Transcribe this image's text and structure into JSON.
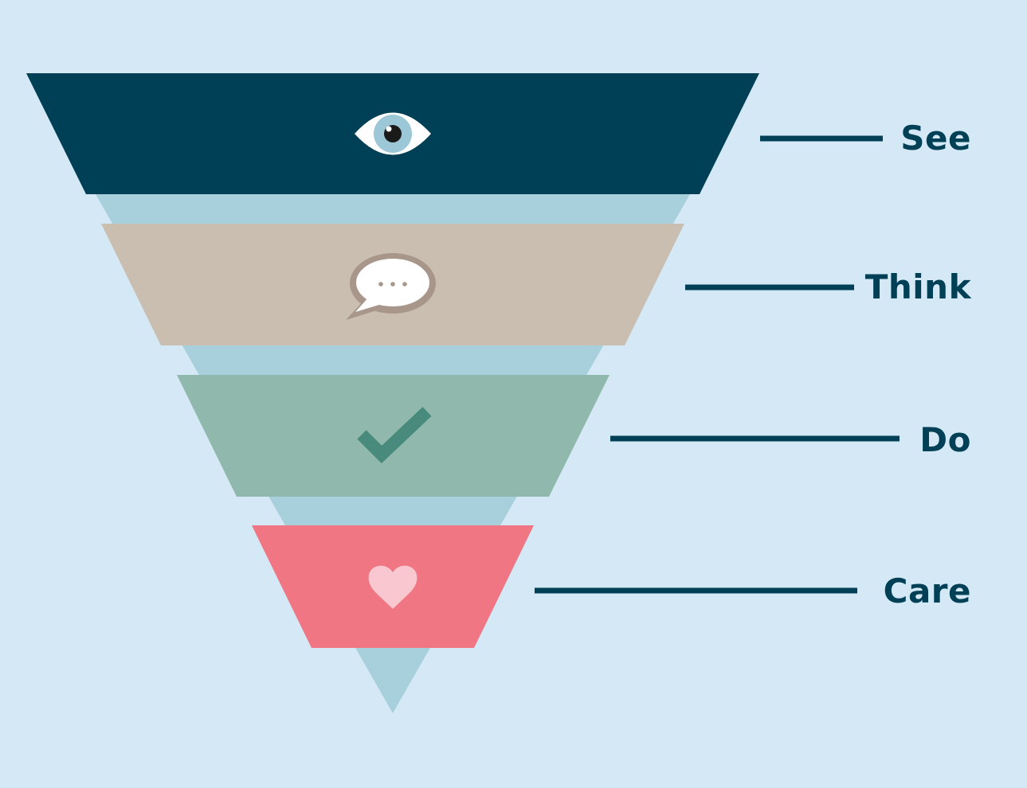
{
  "colors": {
    "background": "#d4e9f5",
    "funnel_core": "#a8d0dc",
    "see_band": "#004057",
    "think_band": "#c9beb0",
    "do_band": "#90b8ac",
    "care_band": "#ef7682",
    "connector_line": "#004057",
    "label_text": "#004057"
  },
  "stages": [
    {
      "label": "See",
      "icon": "eye-icon"
    },
    {
      "label": "Think",
      "icon": "speech-bubble-icon"
    },
    {
      "label": "Do",
      "icon": "checkmark-icon"
    },
    {
      "label": "Care",
      "icon": "heart-icon"
    }
  ]
}
